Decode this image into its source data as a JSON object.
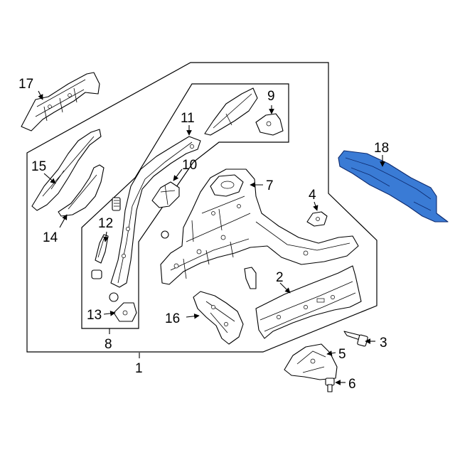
{
  "diagram": {
    "highlight_color": "#3a7bd5",
    "callouts": [
      {
        "id": "c1",
        "label": "1"
      },
      {
        "id": "c2",
        "label": "2"
      },
      {
        "id": "c3",
        "label": "3"
      },
      {
        "id": "c4",
        "label": "4"
      },
      {
        "id": "c5",
        "label": "5"
      },
      {
        "id": "c6",
        "label": "6"
      },
      {
        "id": "c7",
        "label": "7"
      },
      {
        "id": "c8",
        "label": "8"
      },
      {
        "id": "c9",
        "label": "9"
      },
      {
        "id": "c10",
        "label": "10"
      },
      {
        "id": "c11",
        "label": "11"
      },
      {
        "id": "c12",
        "label": "12"
      },
      {
        "id": "c13",
        "label": "13"
      },
      {
        "id": "c14",
        "label": "14"
      },
      {
        "id": "c15",
        "label": "15"
      },
      {
        "id": "c16",
        "label": "16"
      },
      {
        "id": "c17",
        "label": "17"
      },
      {
        "id": "c18",
        "label": "18"
      }
    ]
  }
}
